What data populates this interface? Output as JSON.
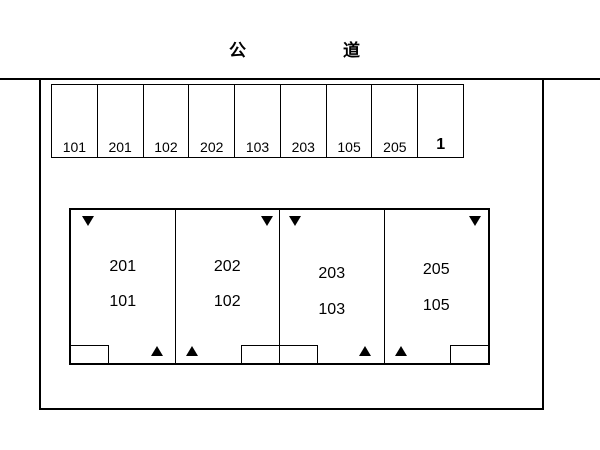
{
  "road": {
    "label": "公　道"
  },
  "parking": {
    "spaces": [
      "101",
      "201",
      "102",
      "202",
      "103",
      "203",
      "105",
      "205",
      "1"
    ]
  },
  "building": {
    "units": [
      {
        "upper": "201",
        "lower": "101"
      },
      {
        "upper": "202",
        "lower": "102"
      },
      {
        "upper": "203",
        "lower": "103"
      },
      {
        "upper": "205",
        "lower": "105"
      }
    ]
  }
}
